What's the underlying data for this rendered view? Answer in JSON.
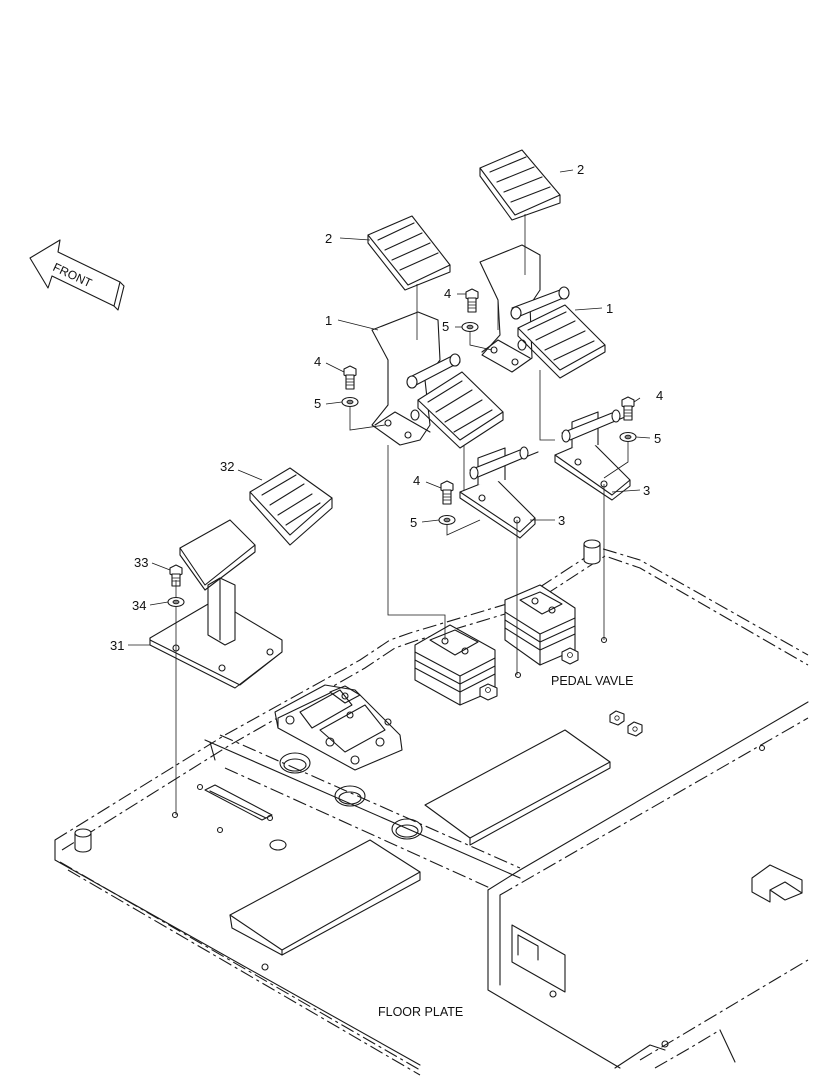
{
  "direction_label": "FRONT",
  "labels": {
    "floor_plate": "FLOOR PLATE",
    "pedal_valve": "PEDAL VAVLE"
  },
  "callouts": {
    "c1a": "1",
    "c1b": "1",
    "c2a": "2",
    "c2b": "2",
    "c3a": "3",
    "c3b": "3",
    "c4a": "4",
    "c4b": "4",
    "c4c": "4",
    "c4d": "4",
    "c5a": "5",
    "c5b": "5",
    "c5c": "5",
    "c5d": "5",
    "c31": "31",
    "c32": "32",
    "c33": "33",
    "c34": "34"
  }
}
